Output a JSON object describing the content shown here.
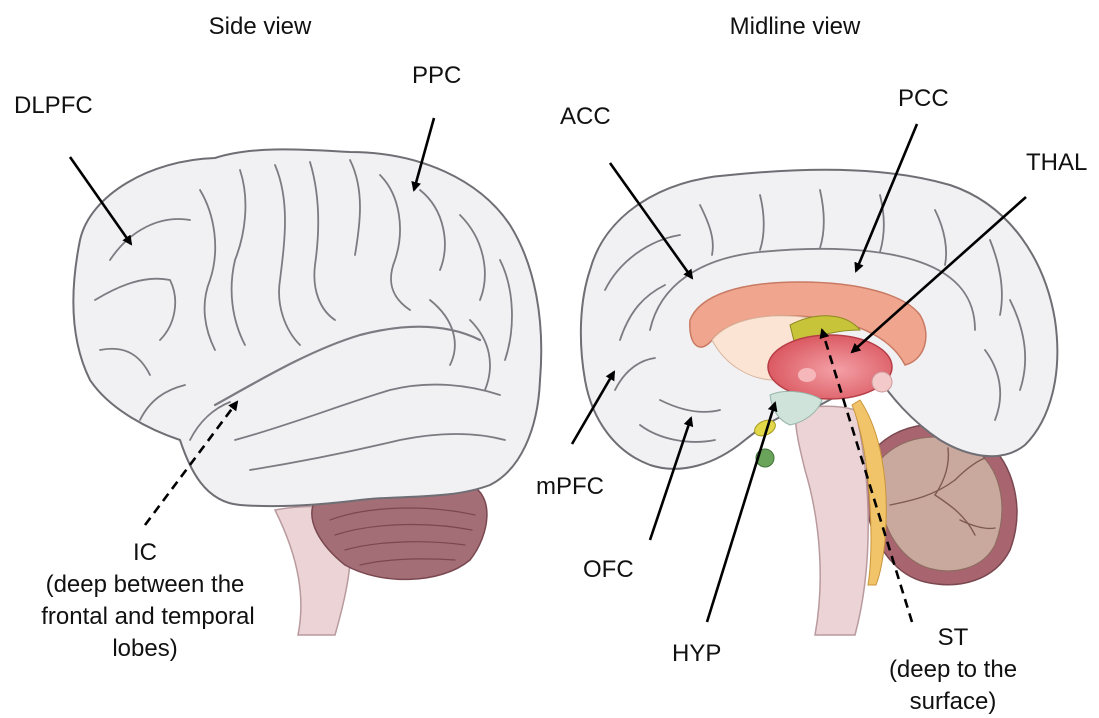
{
  "titles": {
    "side": "Side view",
    "midline": "Midline view"
  },
  "labels": {
    "dlpfc": "DLPFC",
    "ppc": "PPC",
    "ic": "IC",
    "ic_note_1": "(deep between the",
    "ic_note_2": "frontal and temporal",
    "ic_note_3": "lobes)",
    "acc": "ACC",
    "pcc": "PCC",
    "thal": "THAL",
    "mpfc": "mPFC",
    "ofc": "OFC",
    "hyp": "HYP",
    "st": "ST",
    "st_note_1": "(deep to the",
    "st_note_2": "surface)"
  },
  "colors": {
    "cortex": "#f1f1f4",
    "cortex_outline": "#6e6e74",
    "cerebellum_side": "#a46e76",
    "brainstem": "#ecd4d6",
    "corpus_callosum": "#f0a58f",
    "thalamus": "#e06a72",
    "hypothalamus": "#cfe3da",
    "pituitary": "#e3d84a",
    "cerebellum_mid": "#c9a99d",
    "arrow": "#000000"
  }
}
